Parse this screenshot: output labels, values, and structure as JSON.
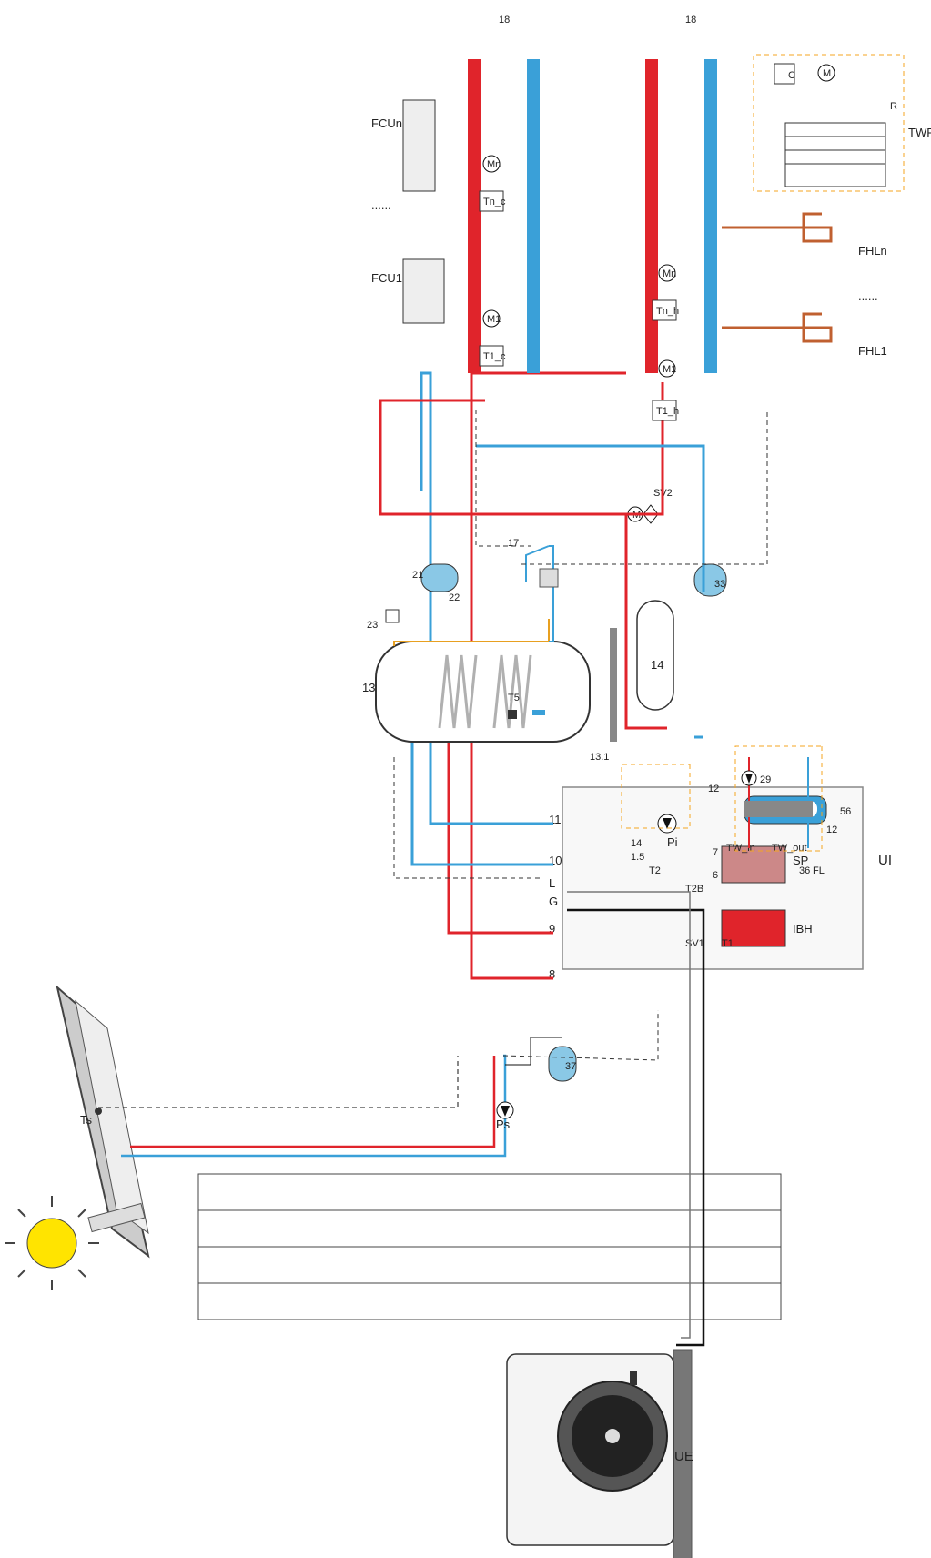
{
  "labels": {
    "ue": "UE",
    "ui": "UI",
    "ts": "Ts",
    "ps": "Ps",
    "pi": "Pi",
    "sp": "SP",
    "fl": "FL",
    "ibh": "IBH",
    "n36": "36",
    "n56": "56",
    "n37": "37",
    "n13": "13",
    "n13_1": "13.1",
    "t5": "T5",
    "n14_tank": "14",
    "n14_ui": "14",
    "n12a": "12",
    "n12b": "12",
    "n29": "29",
    "n21": "21",
    "n22": "22",
    "n23": "23",
    "n17": "17",
    "n33": "33",
    "n6": "6",
    "n7": "7",
    "n18a": "18",
    "n18b": "18",
    "sv1": "SV1",
    "sv2": "SV2",
    "t1": "T1",
    "t2": "T2",
    "t2b": "T2B",
    "tw_in": "TW_in",
    "tw_out": "TW_out",
    "t1_5": "1.5",
    "fcu1": "FCU1",
    "fcun": "FCUn",
    "fhl1": "FHL1",
    "fhln": "FHLn",
    "twr": "TWR",
    "dots1": "......",
    "dots2": "......",
    "tn_c": "Tn_c",
    "t1_c": "T1_c",
    "tn_h": "Tn_h",
    "t1_h": "T1_h",
    "m1a": "M1",
    "mna": "Mn",
    "m1b": "M1",
    "mnb": "Mn",
    "m_sv2": "M",
    "m_twr": "M",
    "c_twr": "C",
    "r_twr": "R",
    "term_8": "8",
    "term_9": "9",
    "term_g": "G",
    "term_l": "L",
    "term_10": "10",
    "term_11": "11"
  },
  "colors": {
    "hot": "#e0242b",
    "hot_light": "#e87a7a",
    "cold": "#3aa0d8",
    "cold_light": "#8ac8e6",
    "line": "#111111",
    "sun": "#ffe400",
    "frame": "#f4a620",
    "grey": "#b8b8b8"
  }
}
